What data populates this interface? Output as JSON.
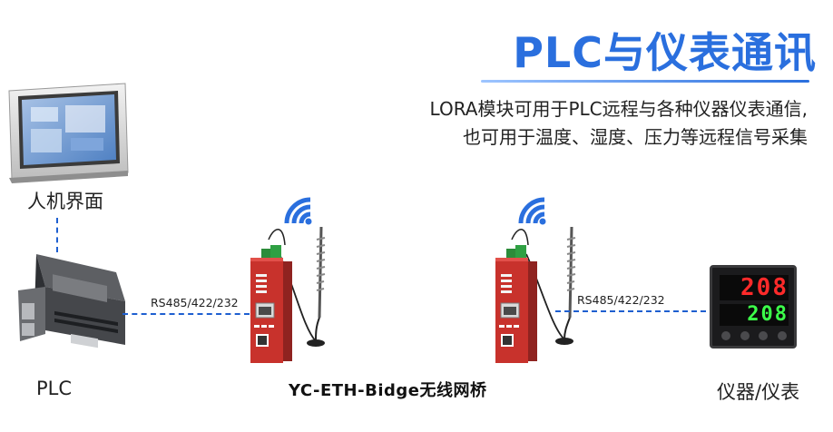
{
  "title": "PLC与仪表通讯",
  "description": {
    "line1": "LORA模块可用于PLC远程与各种仪器仪表通信,",
    "line2": "也可用于温度、湿度、压力等远程信号采集"
  },
  "nodes": {
    "hmi_label": "人机界面",
    "plc_label": "PLC",
    "instrument_label": "仪器/仪表",
    "bridge_label": "YC-ETH-Bidge无线网桥"
  },
  "links": {
    "left_protocol": "RS485/422/232",
    "right_protocol": "RS485/422/232"
  },
  "instrument_display": {
    "top_value": "208",
    "bottom_value": "208"
  },
  "colors": {
    "accent": "#2a6fde",
    "line": "#1e5fd0",
    "device_red": "#c8322c",
    "display_red": "#ff2a2a",
    "display_green": "#3cff4a"
  },
  "icons": [
    "wifi-icon",
    "antenna-icon",
    "hmi-panel",
    "plc-device",
    "bridge-device",
    "instrument-controller"
  ]
}
